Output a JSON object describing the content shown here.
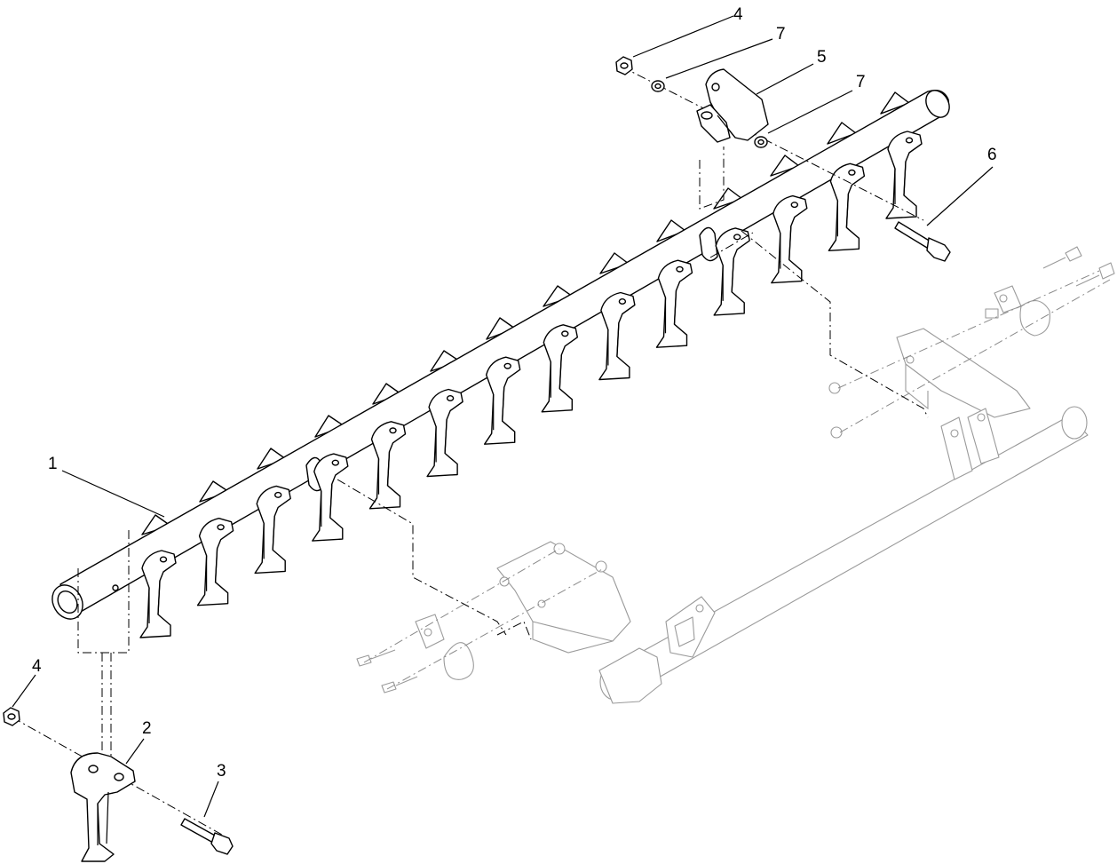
{
  "callouts": [
    {
      "id": "c4a",
      "label": "4"
    },
    {
      "id": "c7a",
      "label": "7"
    },
    {
      "id": "c5",
      "label": "5"
    },
    {
      "id": "c7b",
      "label": "7"
    },
    {
      "id": "c6",
      "label": "6"
    },
    {
      "id": "c1",
      "label": "1"
    },
    {
      "id": "c4b",
      "label": "4"
    },
    {
      "id": "c2",
      "label": "2"
    },
    {
      "id": "c3",
      "label": "3"
    }
  ]
}
